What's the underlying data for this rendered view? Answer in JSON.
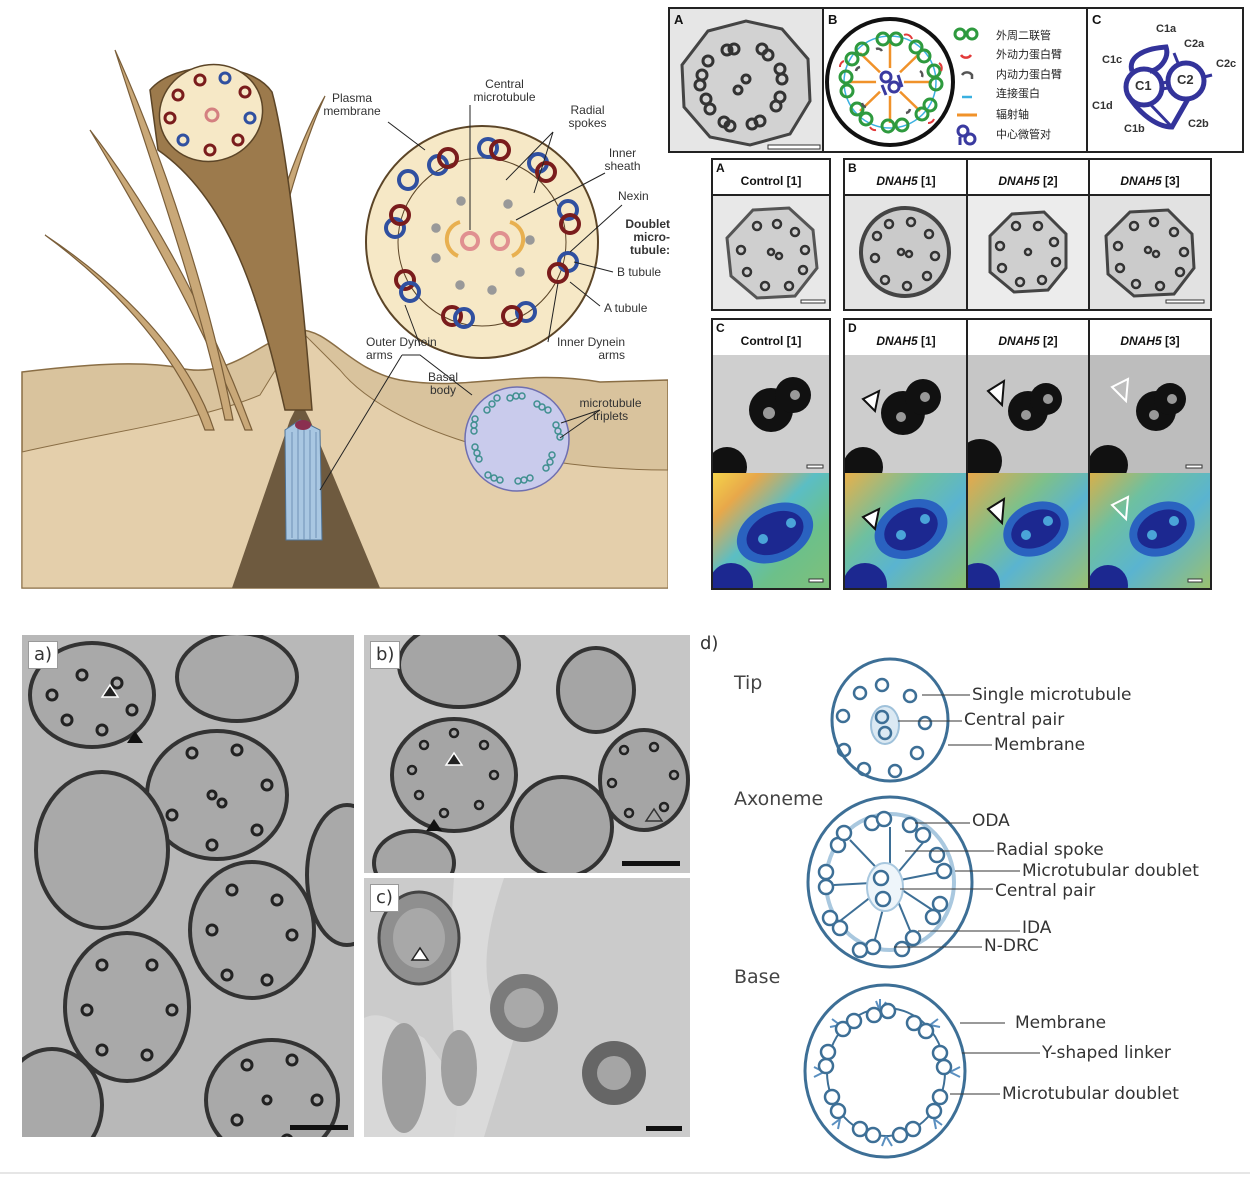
{
  "cilium_illustration": {
    "labels": {
      "plasma_membrane": "Plasma membrane",
      "central_microtubule": "Central microtubule",
      "radial_spokes": "Radial spokes",
      "inner_sheath": "Inner sheath",
      "nexin": "Nexin",
      "doublet_microtubule": "Doublet micro- tubule:",
      "b_tubule": "B tubule",
      "a_tubule": "A tubule",
      "outer_dynein_arms": "Outer Dynein arms",
      "inner_dynein_arms": "Inner Dynein arms",
      "basal_body": "Basal body",
      "microtubule_triplets": "microtubule triplets"
    },
    "colors": {
      "cilium": "#9c7a4c",
      "cytoplasm": "#d6bf96",
      "cross_section": "#f6e8c6",
      "basal_body": "#a9c7e2",
      "triplet_disc": "#c9cbec"
    }
  },
  "figure_top_right": {
    "panel_A": {
      "tag": "A"
    },
    "panel_B": {
      "tag": "B",
      "legend": [
        {
          "icon": "doublet-icon",
          "label": "外周二联管",
          "color": "#2e9a3e"
        },
        {
          "icon": "outer-arm-icon",
          "label": "外动力蛋白臂",
          "color": "#e23a3a"
        },
        {
          "icon": "inner-arm-icon",
          "label": "内动力蛋白臂",
          "color": "#555555"
        },
        {
          "icon": "nexin-icon",
          "label": "连接蛋白",
          "color": "#3ab0e0"
        },
        {
          "icon": "spoke-icon",
          "label": "辐射轴",
          "color": "#f0922a"
        },
        {
          "icon": "central-pair-icon",
          "label": "中心微管对",
          "color": "#3a3aa0"
        }
      ]
    },
    "panel_C": {
      "tag": "C",
      "labels": [
        "C1a",
        "C1c",
        "C1d",
        "C1b",
        "C1",
        "C2",
        "C2a",
        "C2c",
        "C2b"
      ]
    }
  },
  "figure_dnah5": {
    "row1": {
      "A": {
        "tag": "A",
        "header": "Control [1]"
      },
      "B": {
        "tag": "B",
        "headers": [
          {
            "gene": "DNAH5",
            "ref": "[1]"
          },
          {
            "gene": "DNAH5",
            "ref": "[2]"
          },
          {
            "gene": "DNAH5",
            "ref": "[3]"
          }
        ]
      }
    },
    "row2": {
      "C": {
        "tag": "C",
        "header": "Control [1]"
      },
      "D": {
        "tag": "D",
        "headers": [
          {
            "gene": "DNAH5",
            "ref": "[1]"
          },
          {
            "gene": "DNAH5",
            "ref": "[2]"
          },
          {
            "gene": "DNAH5",
            "ref": "[3]"
          }
        ]
      }
    }
  },
  "figure_em": {
    "panels": [
      {
        "tag": "a)"
      },
      {
        "tag": "b)"
      },
      {
        "tag": "c)"
      }
    ]
  },
  "figure_schematic": {
    "tag": "d)",
    "sections": {
      "tip": {
        "title": "Tip",
        "labels": [
          "Single microtubule",
          "Central pair",
          "Membrane"
        ]
      },
      "axoneme": {
        "title": "Axoneme",
        "labels": [
          "ODA",
          "Radial spoke",
          "Microtubular doublet",
          "Central pair",
          "IDA",
          "N-DRC"
        ]
      },
      "base": {
        "title": "Base",
        "labels": [
          "Membrane",
          "Y-shaped linker",
          "Microtubular doublet"
        ]
      }
    },
    "color": "#3d6f96"
  }
}
